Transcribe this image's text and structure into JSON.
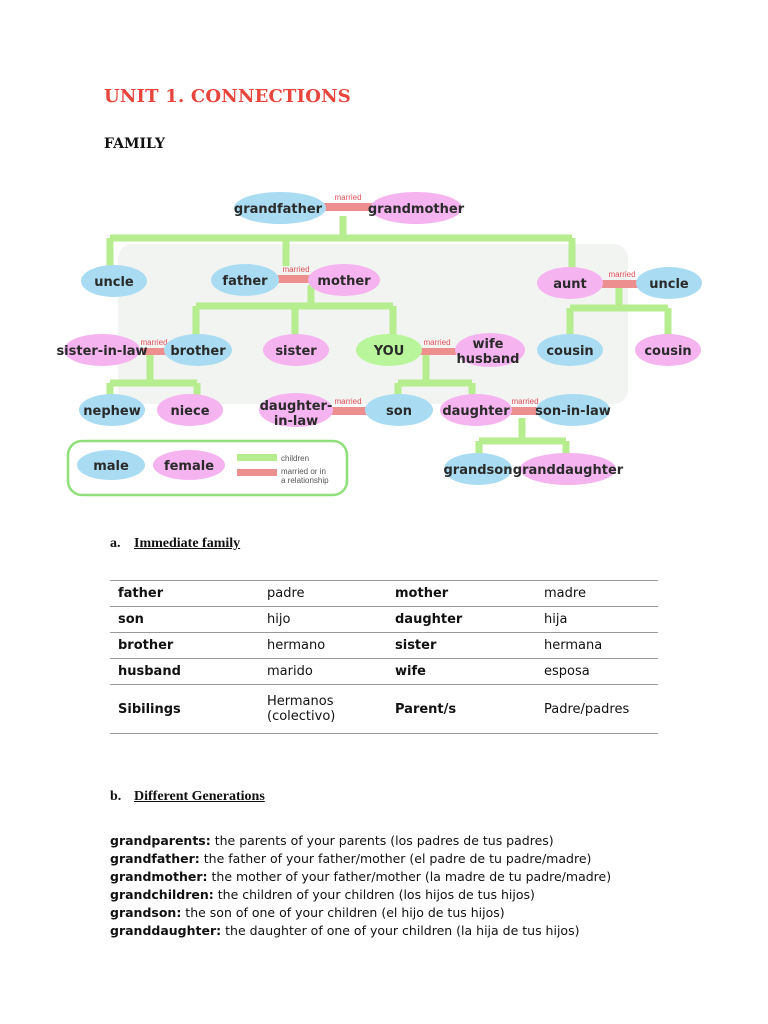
{
  "header": {
    "unit_title": "UNIT 1. CONNECTIONS",
    "section_title": "FAMILY"
  },
  "colors": {
    "heading_red": "#e8453c",
    "male_fill": "#a9dcf2",
    "female_fill": "#f5b3ef",
    "you_fill": "#b9f59a",
    "children_line": "#b6ed8f",
    "married_line": "#ee8f8f"
  },
  "family_tree": {
    "members": {
      "grandfather": "grandfather",
      "grandmother": "grandmother",
      "uncle_left": "uncle",
      "father": "father",
      "mother": "mother",
      "aunt": "aunt",
      "uncle_right": "uncle",
      "sister_in_law": "sister-in-law",
      "brother": "brother",
      "sister": "sister",
      "you": "YOU",
      "wife": "wife",
      "husband": "husband",
      "cousin_1": "cousin",
      "cousin_2": "cousin",
      "nephew": "nephew",
      "niece": "niece",
      "daughter_in_law_1": "daughter-",
      "daughter_in_law_2": "in-law",
      "son": "son",
      "daughter": "daughter",
      "son_in_law": "son-in-law",
      "grandson": "grandson",
      "granddaughter": "granddaughter"
    },
    "married_label": "married",
    "legend": {
      "male": "male",
      "female": "female",
      "children": "children",
      "married_line1": "married or in",
      "married_line2": "a relationship"
    }
  },
  "immediate": {
    "label": "a.",
    "title": "Immediate family",
    "rows": [
      [
        "father",
        "padre",
        "mother",
        "madre"
      ],
      [
        "son",
        "hijo",
        "daughter",
        "hija"
      ],
      [
        "brother",
        "hermano",
        "sister",
        "hermana"
      ],
      [
        "husband",
        "marido",
        "wife",
        "esposa"
      ],
      [
        "Sibilings",
        "Hermanos (colectivo)",
        "Parent/s",
        "Padre/padres"
      ]
    ]
  },
  "generations": {
    "label": "b.",
    "title": "Different Generations",
    "lines": [
      {
        "term": "grandparents:",
        "def": " the parents of your parents (los padres de tus padres)"
      },
      {
        "term": "grandfather:",
        "def": " the father of your father/mother (el padre de tu padre/madre)"
      },
      {
        "term": "grandmother:",
        "def": " the mother of your father/mother (la madre de tu padre/madre)"
      },
      {
        "term": "grandchildren:",
        "def": " the children of your children (los hijos de tus hijos)"
      },
      {
        "term": "grandson:",
        "def": " the son of one of your children (el hijo de tus hijos)"
      },
      {
        "term": "granddaughter:",
        "def": " the daughter of one of your children (la hija de tus hijos)"
      }
    ]
  }
}
